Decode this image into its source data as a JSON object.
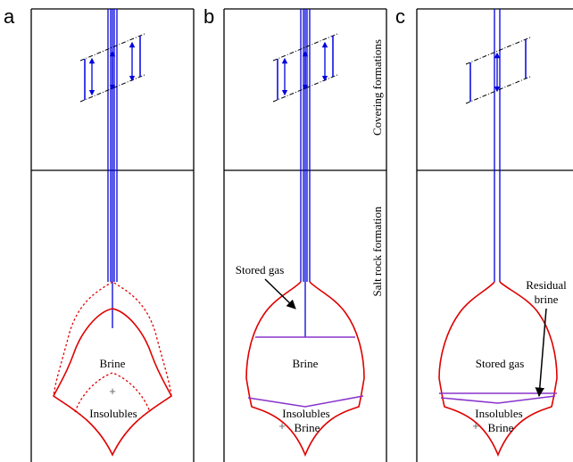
{
  "panels": [
    {
      "letter": "a",
      "labels": {
        "brine": "Brine",
        "insolubles": "Insolubles"
      }
    },
    {
      "letter": "b",
      "labels": {
        "stored_gas": "Stored gas",
        "brine": "Brine",
        "insolubles": "Insolubles",
        "brine_bottom": "Brine"
      }
    },
    {
      "letter": "c",
      "labels": {
        "residual_line1": "Residual",
        "residual_line2": "brine",
        "stored_gas": "Stored gas",
        "insolubles": "Insolubles",
        "brine_bottom": "Brine"
      }
    }
  ],
  "side_labels": {
    "covering": "Covering formations",
    "salt": "Salt rock formation"
  },
  "colors": {
    "pipe": "#0000dd",
    "cavern": "#e00000",
    "interface": "#8833cc",
    "frame": "#000000"
  }
}
